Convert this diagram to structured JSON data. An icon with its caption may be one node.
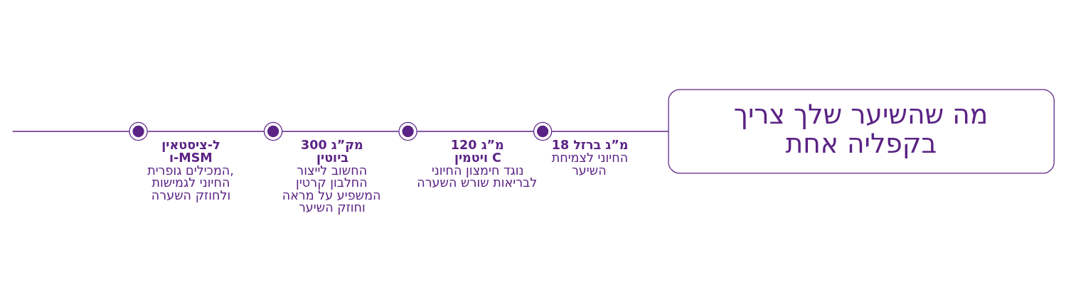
{
  "diagram": {
    "nodes": [
      {
        "text": [
          "מה שהשיער שלך צריך בקפליה אחת"
        ]
      },
      {
        "text": [],
        "shape": "circle",
        "beside": [
          "18 מ”ג ברזל",
          "החיוני לצמיחת השיער"
        ]
      },
      {
        "text": [],
        "shape": "circle",
        "beside": [
          "120 מ”ג ויטמין C",
          "נוגד חימצון החיוני לבריאות שורש השערה"
        ]
      },
      {
        "text": [],
        "shape": "circle",
        "beside": [
          "300 מק”ג ביוטין",
          "החשוב לייצור החלבון קרטין המשפיע על מראה וחוזק השיער"
        ]
      },
      {
        "text": [],
        "shape": "circle",
        "beside": [
          "ל-ציסטאין ו-MSM",
          "המכילים גופרית, החיוני לגמישות ולחוזק השערה"
        ]
      }
    ],
    "edges": [
      {
        "from": 0,
        "to": 1,
        "arrow": "none"
      },
      {
        "from": 1,
        "to": 2,
        "arrow": "none"
      },
      {
        "from": 2,
        "to": 3,
        "arrow": "none"
      },
      {
        "from": 3,
        "to": 4,
        "arrow": "none"
      },
      {
        "from": 4,
        "to": null,
        "arrow": "none"
      }
    ]
  }
}
